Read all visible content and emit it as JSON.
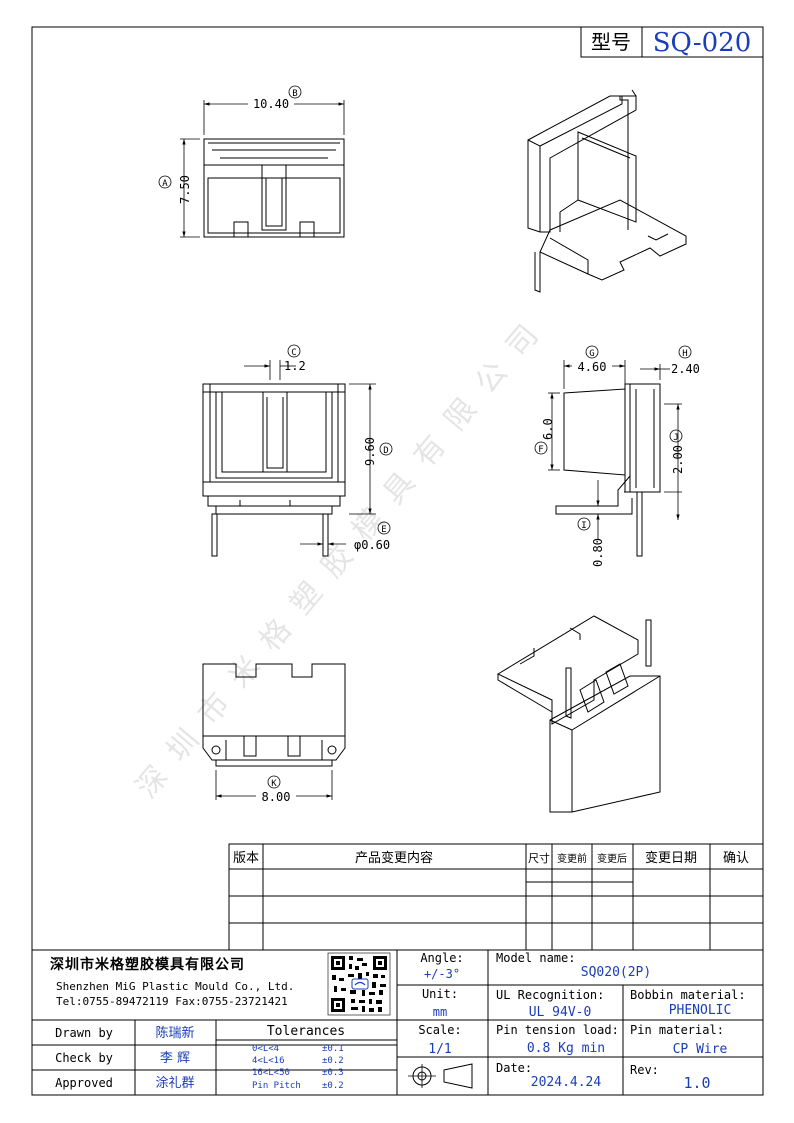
{
  "model_box": {
    "label": "型号",
    "value": "SQ-020"
  },
  "dimensions": {
    "top_width": "10.40",
    "top_width_ref": "B",
    "top_height": "7.50",
    "top_height_ref": "A",
    "slot_width": "1.2",
    "slot_width_ref": "C",
    "body_height": "9.60",
    "body_height_ref": "D",
    "pin_dia": "φ0.60",
    "pin_dia_ref": "E",
    "side_width": "4.60",
    "side_width_ref": "G",
    "flange": "2.40",
    "flange_ref": "H",
    "side_height": "6.0",
    "side_height_ref": "F",
    "side_lower": "2.00",
    "side_lower_ref": "J",
    "pin_off": "0.80",
    "pin_off_ref": "I",
    "bottom_width": "8.00",
    "bottom_width_ref": "K"
  },
  "watermark": "深圳市米格塑胶模具有限公司",
  "revision_table": {
    "headers": [
      "版本",
      "产品变更内容",
      "尺寸",
      "变更前",
      "变更后",
      "变更日期",
      "确认"
    ]
  },
  "company": {
    "name_cn": "深圳市米格塑胶模具有限公司",
    "name_en": "Shenzhen MiG Plastic Mould Co., Ltd.",
    "contact": "Tel:0755-89472119   Fax:0755-23721421"
  },
  "info": {
    "angle_label": "Angle:",
    "angle_value": "+/-3°",
    "unit_label": "Unit:",
    "unit_value": "mm",
    "scale_label": "Scale:",
    "scale_value": "1/1",
    "model_label": "Model name:",
    "model_value": "SQ020(2P)",
    "ul_label": "UL Recognition:",
    "ul_value": "UL 94V-0",
    "bobbin_label": "Bobbin material:",
    "bobbin_value": "PHENOLIC",
    "tension_label": "Pin tension load:",
    "tension_value": "0.8 Kg min",
    "pin_mat_label": "Pin material:",
    "pin_mat_value": "CP Wire",
    "date_label": "Date:",
    "date_value": "2024.4.24",
    "rev_label": "Rev:",
    "rev_value": "1.0"
  },
  "people": {
    "drawn_label": "Drawn by",
    "drawn_name": "陈瑞新",
    "check_label": "Check by",
    "check_name": "李 辉",
    "approved_label": "Approved",
    "approved_name": "涂礼群"
  },
  "tolerances": {
    "title": "Tolerances",
    "rows": [
      {
        "range": "0<L<4",
        "tol": "±0.1"
      },
      {
        "range": "4<L<16",
        "tol": "±0.2"
      },
      {
        "range": "16<L<50",
        "tol": "±0.3"
      },
      {
        "range": "Pin Pitch",
        "tol": "±0.2"
      }
    ]
  }
}
